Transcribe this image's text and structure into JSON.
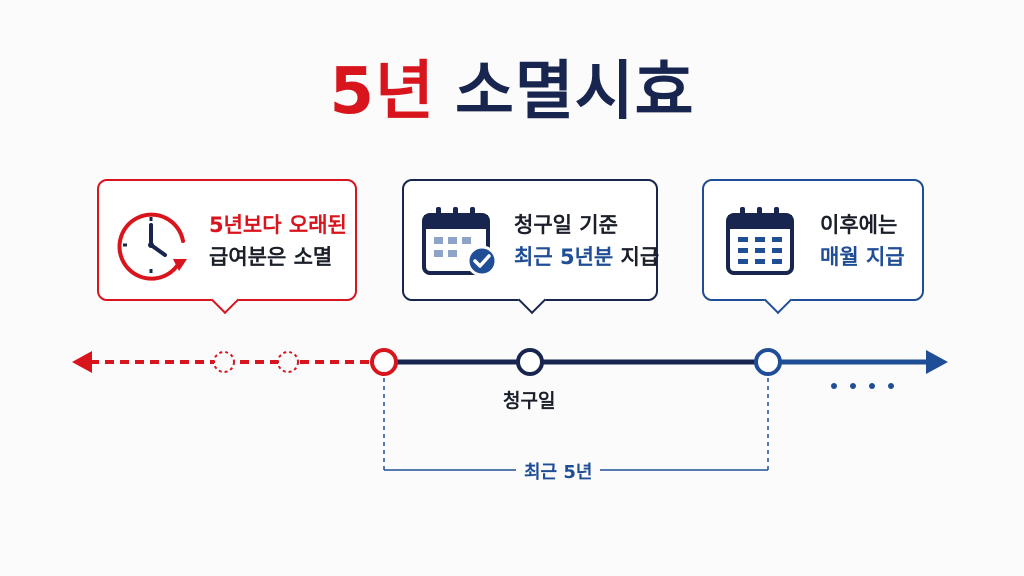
{
  "title": {
    "part1": "5년",
    "part2": "소멸시효"
  },
  "callouts": {
    "left": {
      "line1": "5년보다 오래된",
      "line2": "급여분은 소멸",
      "icon": "clock-history-icon"
    },
    "center": {
      "line1": "청구일 기준",
      "line2_highlight": "최근 5년분",
      "line2_rest": " 지급",
      "icon": "calendar-check-icon"
    },
    "right": {
      "line1": "이후에는",
      "line2": "매월 지급",
      "icon": "calendar-icon"
    }
  },
  "timeline": {
    "claim_label": "청구일",
    "range_label": "최근 5년"
  },
  "colors": {
    "red": "#d8141c",
    "navy": "#18264f",
    "blue": "#1f4e96"
  }
}
